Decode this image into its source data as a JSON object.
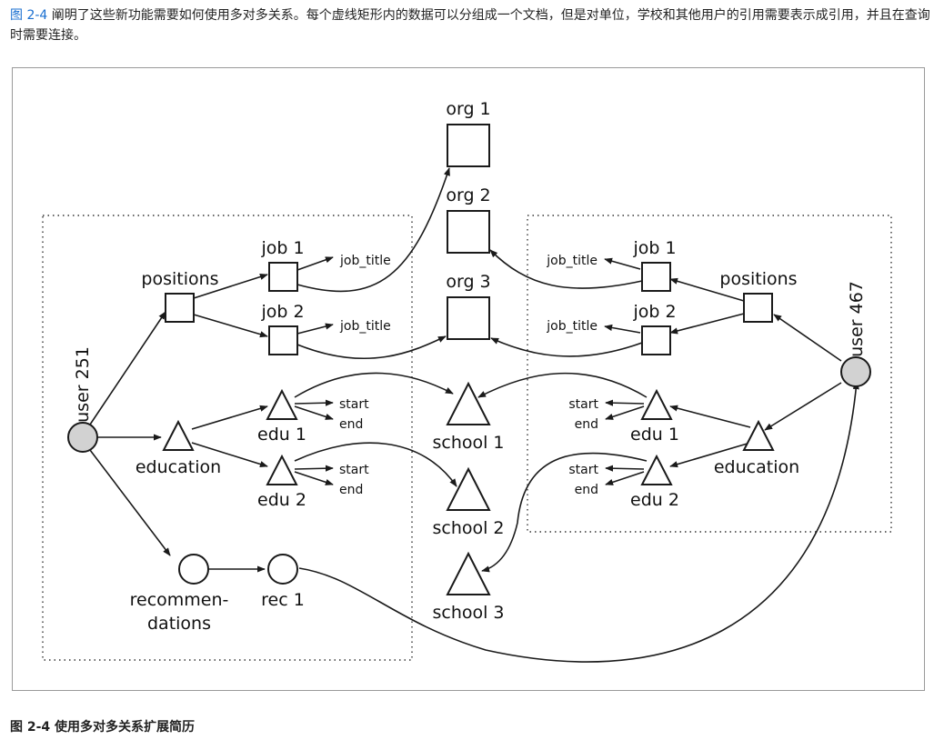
{
  "intro": {
    "fig_ref": "图 2-4",
    "text": " 阐明了这些新功能需要如何使用多对多关系。每个虚线矩形内的数据可以分组成一个文档，但是对单位，学校和其他用户的引用需要表示成引用，并且在查询时需要连接。"
  },
  "caption": "图 2-4 使用多对多关系扩展简历",
  "diagram": {
    "user251": "user 251",
    "user467": "user 467",
    "positions": "positions",
    "education": "education",
    "job1": "job 1",
    "job2": "job 2",
    "job_title": "job_title",
    "edu1": "edu 1",
    "edu2": "edu 2",
    "start": "start",
    "end": "end",
    "recommen": "recommen-",
    "dations": "dations",
    "rec1": "rec 1",
    "org1": "org 1",
    "org2": "org 2",
    "org3": "org 3",
    "school1": "school 1",
    "school2": "school 2",
    "school3": "school 3"
  }
}
